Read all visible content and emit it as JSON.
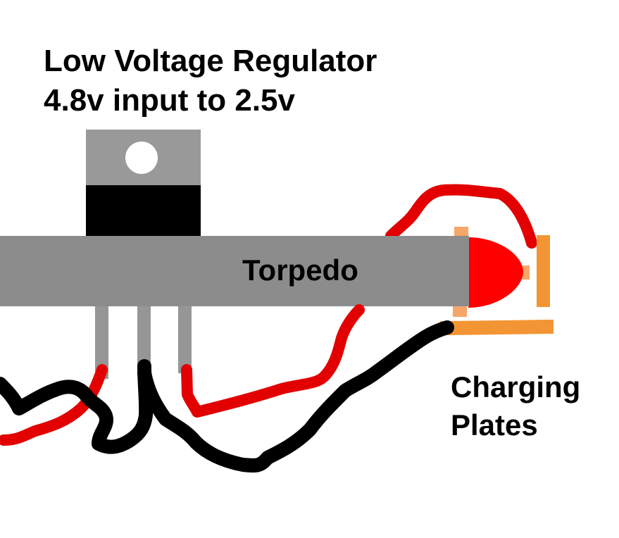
{
  "title": {
    "line1": "Low Voltage Regulator",
    "line2": "4.8v input to 2.5v"
  },
  "components": {
    "torpedo_label": "Torpedo",
    "charging_plates_line1": "Charging",
    "charging_plates_line2": "Plates"
  },
  "colors": {
    "torpedo_body": "#8c8c8c",
    "regulator_tab": "#999999",
    "regulator_body": "#000000",
    "regulator_pins": "#969696",
    "led": "#ff0000",
    "led_leads": "#f7a66a",
    "plates": "#f39534",
    "wire_positive": "#e20000",
    "wire_negative": "#000000"
  }
}
